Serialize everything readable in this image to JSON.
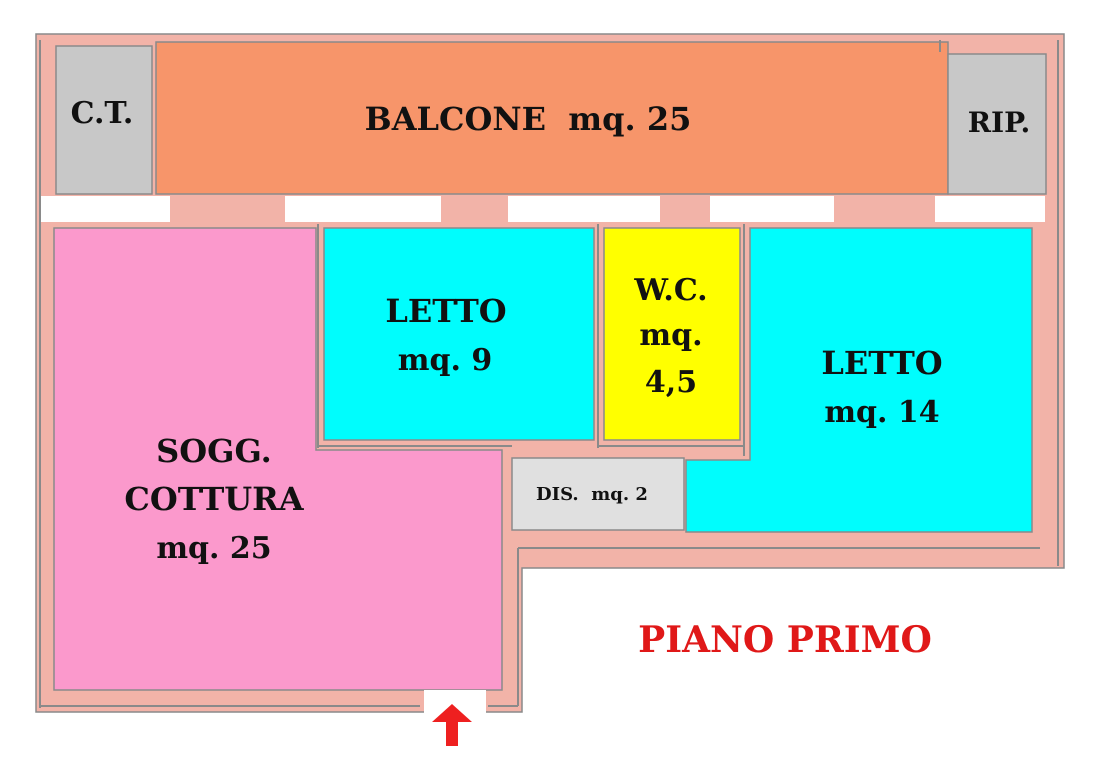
{
  "plan": {
    "title": "PIANO PRIMO",
    "colors": {
      "wall": "#f2b3a8",
      "wall_line": "#8a8a8a",
      "balcony": "#f7956a",
      "utility": "#c8c8c8",
      "bedroom": "#00fdfd",
      "bathroom": "#ffff00",
      "living": "#fb99cc",
      "hall": "#e0e0e0",
      "title": "#e01818",
      "entrance_arrow": "#ee2020"
    },
    "rooms": {
      "ct": {
        "name": "C.T."
      },
      "balcone": {
        "name": "BALCONE  mq. 25"
      },
      "rip": {
        "name": "RIP."
      },
      "letto_small": {
        "line1": "LETTO",
        "line2": "mq. 9"
      },
      "wc": {
        "line1": "W.C.",
        "line2": "mq.",
        "line3": "4,5"
      },
      "letto_large": {
        "line1": "LETTO",
        "line2": "mq. 14"
      },
      "soggiorno": {
        "line1": "SOGG.",
        "line2": "COTTURA",
        "line3": "mq. 25"
      },
      "dis": {
        "name": "DIS.  mq. 2"
      }
    },
    "entrance_icon": "arrow-up-icon"
  }
}
